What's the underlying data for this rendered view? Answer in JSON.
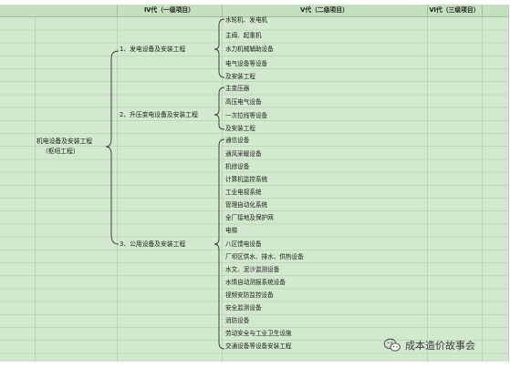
{
  "header": {
    "col_iv": "Ⅳ代（一级项目）",
    "col_v": "Ⅴ代（二级项目）",
    "col_vi": "Ⅵ代（三级项目）"
  },
  "root": {
    "line1": "机电设备及安装工程",
    "line2": "（枢纽工程）"
  },
  "level1": [
    "1、发电设备及安装工程",
    "2、升压变电设备及安装工程",
    "3、公用设备及安装工程"
  ],
  "group1": [
    "水轮机、发电机",
    "主阀、起重机",
    "水力机械辅助设备",
    "电气设备等设备",
    "及安装工程"
  ],
  "group2": [
    "主变压器",
    "高压电气设备",
    "一次拉线等设备",
    "及安装工程"
  ],
  "group3": [
    "通信设备",
    "通风采暖设备",
    "机修设备",
    "计算机监控系统",
    "工业电视系统",
    "管理自动化系统",
    "全厂接地及保护网",
    "电梯",
    "八区馈电设备",
    "厂坝区供水、排水、供热设备",
    "水文、泥沙监测设备",
    "水情自动测报系统设备",
    "视频安防监控设备",
    "安全监测设备",
    "消防设备",
    "劳动安全与工业卫生设施",
    "交通设备等设备安装工程"
  ],
  "watermark": {
    "text": "成本造价故事会",
    "icon": "wechat-icon"
  }
}
